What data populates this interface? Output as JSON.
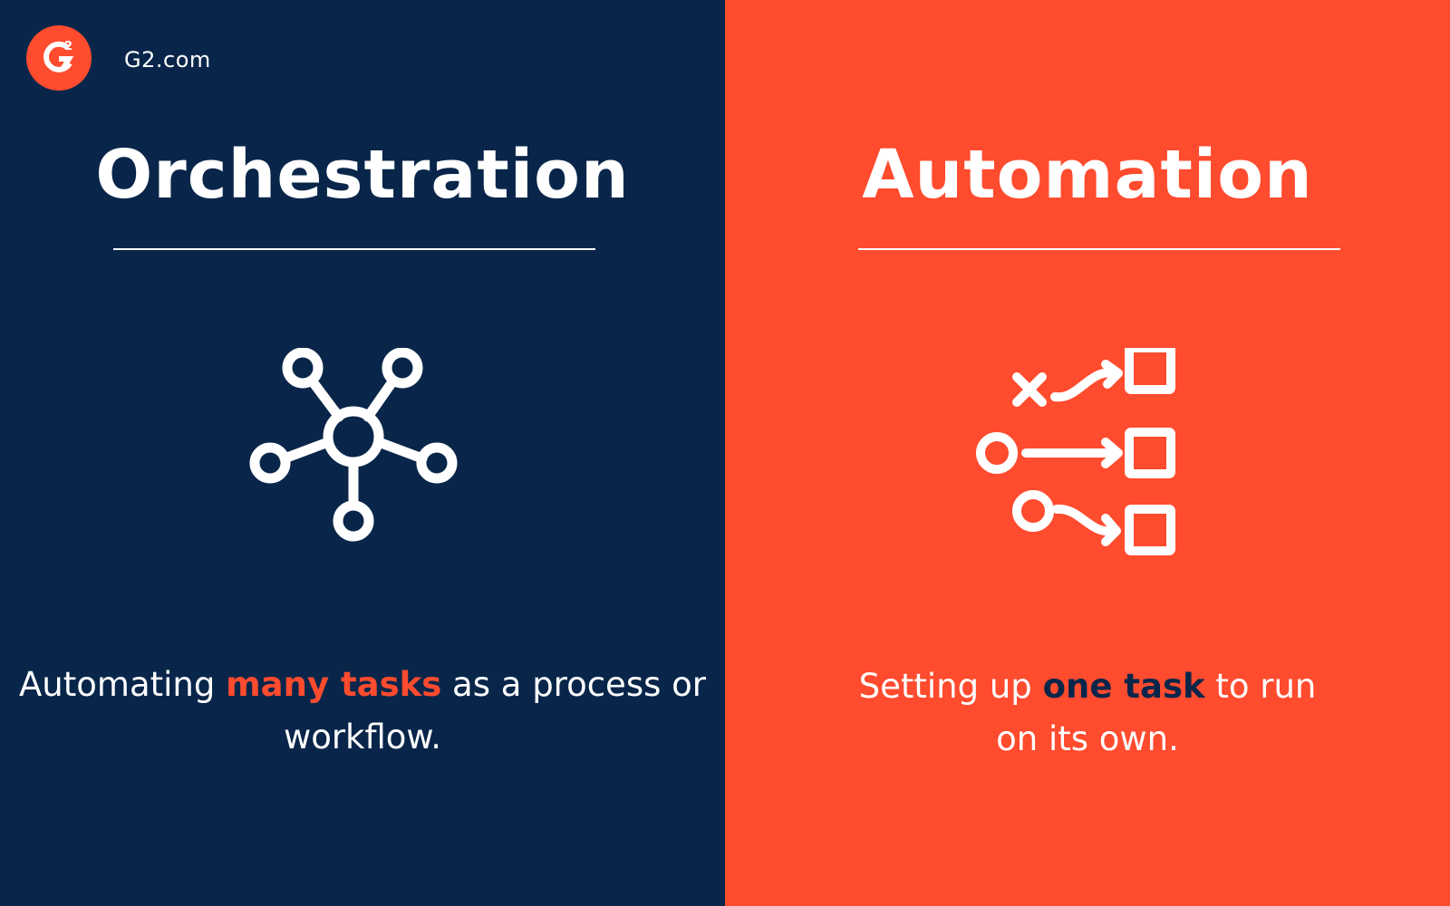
{
  "brand": {
    "site": "G2.com",
    "logo_letters": "G2",
    "colors": {
      "navy": "#09264a",
      "orange": "#ff4b2e",
      "white": "#ffffff"
    }
  },
  "left": {
    "title": "Orchestration",
    "icon": "network-hub-icon",
    "caption": {
      "before": "Automating ",
      "highlight": "many tasks",
      "after": " as a process or workflow."
    }
  },
  "right": {
    "title": "Automation",
    "icon": "task-routing-icon",
    "caption": {
      "before": "Setting up ",
      "highlight": "one task",
      "after": " to run on its own."
    }
  }
}
